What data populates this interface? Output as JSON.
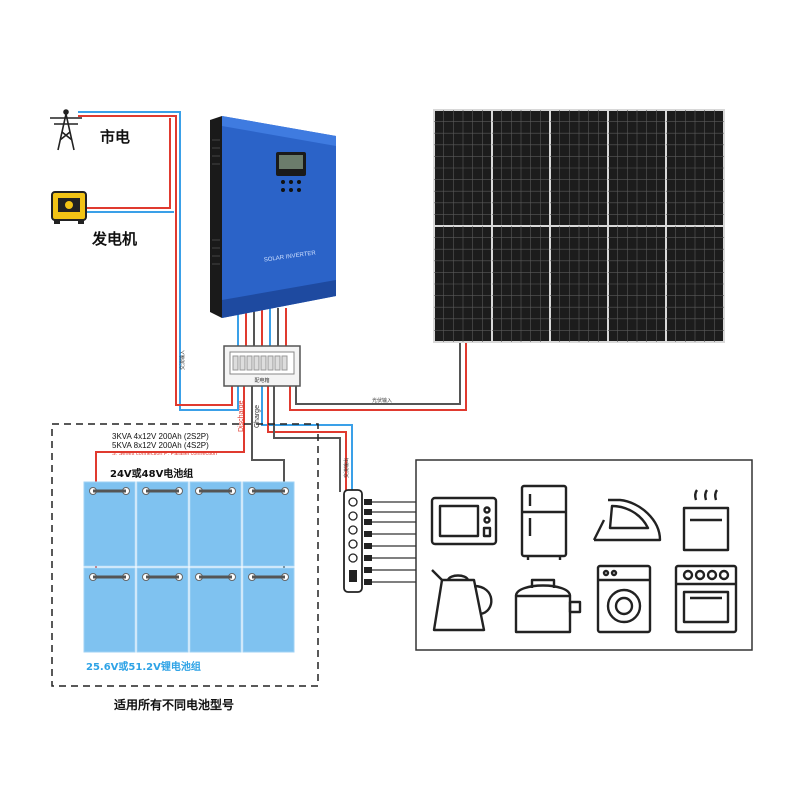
{
  "labels": {
    "grid": "市电",
    "generator": "发电机",
    "battery_bank": "24V或48V电池组",
    "lithium_bank": "25.6V或51.2V锂电池组",
    "all_batteries": "适用所有不同电池型号"
  },
  "battery_config": {
    "line1": "3KVA 4x12V 200Ah (2S2P)",
    "line2": "5KVA 8x12V 200Ah (4S2P)",
    "line3": "S: Series connection P: Parallel connection"
  },
  "wire_labels": {
    "discharge": "Discharge",
    "charge": "Charge",
    "pv_input": "光伏输入",
    "ac_input": "交流输入",
    "ac_output": "交流输出",
    "breaker_box": "配电箱"
  },
  "inverter": {
    "panel_text": "SOLAR INVERTER"
  },
  "appliances": [
    "microwave",
    "refrigerator",
    "iron",
    "toaster",
    "kettle",
    "bread-maker",
    "washing-machine",
    "stove"
  ],
  "colors": {
    "inverter_blue": "#2b63c8",
    "wire_red": "#e03a2f",
    "wire_blue": "#3aa0e8",
    "battery_blue": "#7fc2f0",
    "lithium_text": "#2ea3e6",
    "pv_panel": "#1c1c1c"
  }
}
